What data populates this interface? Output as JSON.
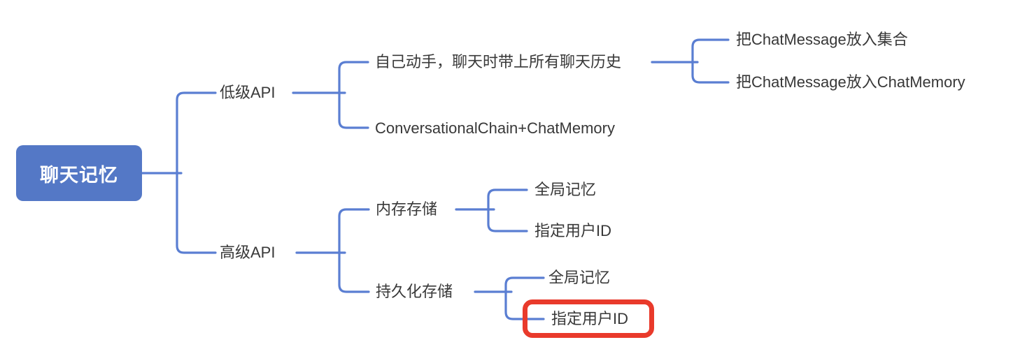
{
  "colors": {
    "root_fill": "#5478C6",
    "root_text": "#FFFFFF",
    "line": "#5A7ED2",
    "text": "#383838",
    "highlight_border": "#E93A2B",
    "background": "#FFFFFF"
  },
  "tree": {
    "label": "聊天记忆",
    "children": [
      {
        "label": "低级API",
        "children": [
          {
            "label": "自己动手，聊天时带上所有聊天历史",
            "children": [
              {
                "label": "把ChatMessage放入集合"
              },
              {
                "label": "把ChatMessage放入ChatMemory"
              }
            ]
          },
          {
            "label": "ConversationalChain+ChatMemory"
          }
        ]
      },
      {
        "label": "高级API",
        "children": [
          {
            "label": "内存存储",
            "children": [
              {
                "label": "全局记忆"
              },
              {
                "label": "指定用户ID"
              }
            ]
          },
          {
            "label": "持久化存储",
            "children": [
              {
                "label": "全局记忆"
              },
              {
                "label": "指定用户ID",
                "highlighted": true
              }
            ]
          }
        ]
      }
    ]
  }
}
